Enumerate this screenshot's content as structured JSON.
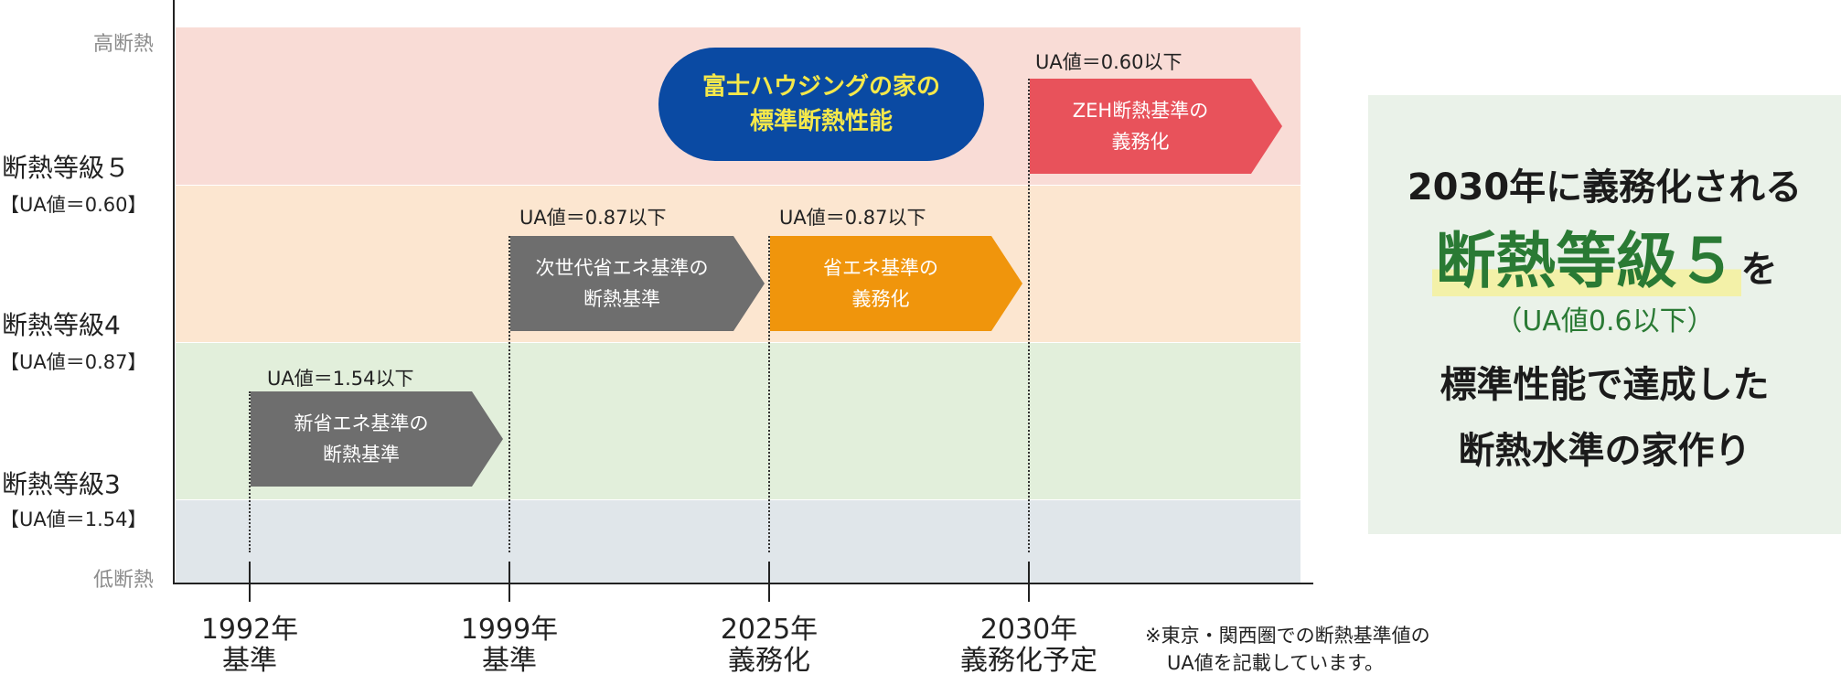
{
  "scale": {
    "high": "高断熱",
    "low": "低断熱"
  },
  "grades": [
    {
      "name": "断熱等級５",
      "ua": "【UA値＝0.60】"
    },
    {
      "name": "断熱等級4",
      "ua": "【UA値＝0.87】"
    },
    {
      "name": "断熱等級3",
      "ua": "【UA値＝1.54】"
    }
  ],
  "years": [
    {
      "year": "1992年",
      "label": "基準"
    },
    {
      "year": "1999年",
      "label": "基準"
    },
    {
      "year": "2025年",
      "label": "義務化"
    },
    {
      "year": "2030年",
      "label": "義務化予定"
    }
  ],
  "milestones": [
    {
      "ua": "UA値＝1.54以下",
      "line1": "新省エネ基準の",
      "line2": "断熱基準",
      "color": "#6e6e6e"
    },
    {
      "ua": "UA値＝0.87以下",
      "line1": "次世代省エネ基準の",
      "line2": "断熱基準",
      "color": "#6e6e6e"
    },
    {
      "ua": "UA値＝0.87以下",
      "line1": "省エネ基準の",
      "line2": "義務化",
      "color": "#f0950c"
    },
    {
      "ua": "UA値＝0.60以下",
      "line1": "ZEH断熱基準の",
      "line2": "義務化",
      "color": "#e8525b"
    }
  ],
  "bands": {
    "grade5": "#f9dcd6",
    "grade4": "#fce6d0",
    "grade3": "#e2efdb",
    "below": "#e0e6ea"
  },
  "company": {
    "line1": "富士ハウジングの家の",
    "line2": "標準断熱性能"
  },
  "note": {
    "line1": "※東京・関西圏での断熱基準値の",
    "line2": "UA値を記載しています。"
  },
  "panel": {
    "line1": "2030年に義務化される",
    "highlight": "断熱等級５",
    "particle": "を",
    "sub": "（UA値0.6以下）",
    "line4": "標準性能で達成した",
    "line5": "断熱水準の家作り"
  }
}
